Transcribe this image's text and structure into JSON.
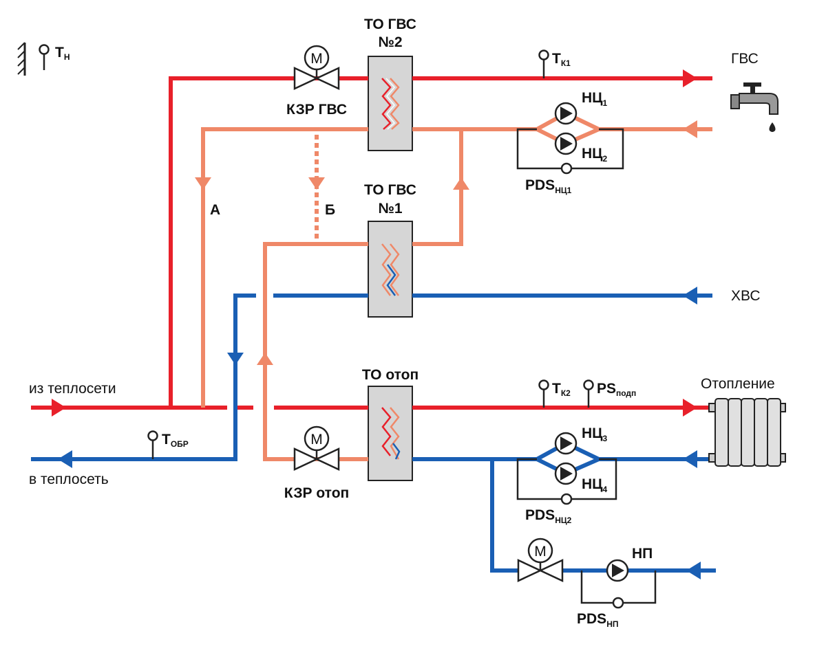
{
  "colors": {
    "supply": "#e8202a",
    "return_heat": "#ef8868",
    "cold": "#1a5fb4",
    "outline": "#222222",
    "exchanger": "#d6d6d6"
  },
  "labels": {
    "tn_main": "Т",
    "tn_sub": "Н",
    "tk1_main": "Т",
    "tk1_sub": "К1",
    "tk2_main": "Т",
    "tk2_sub": "К2",
    "tobr_main": "Т",
    "tobr_sub": "ОБР",
    "ps_main": "PS",
    "ps_sub": "подп",
    "to_gvs2_line1": "ТО ГВС",
    "to_gvs2_line2": "№2",
    "to_gvs1_line1": "ТО ГВС",
    "to_gvs1_line2": "№1",
    "to_otop": "ТО отоп",
    "kzr_gvs": "КЗР ГВС",
    "kzr_otop": "КЗР отоп",
    "nc1_main": "НЦ",
    "nc1_sub": "1",
    "nc2_main": "НЦ",
    "nc2_sub": "2",
    "nc3_main": "НЦ",
    "nc3_sub": "3",
    "nc4_main": "НЦ",
    "nc4_sub": "4",
    "np": "НП",
    "pds_nc1_main": "PDS",
    "pds_nc1_sub": "НЦ1",
    "pds_nc2_main": "PDS",
    "pds_nc2_sub": "НЦ2",
    "pds_np_main": "PDS",
    "pds_np_sub": "НП",
    "line_a": "А",
    "line_b": "Б",
    "gvs": "ГВС",
    "hvs": "ХВС",
    "otoplenie": "Отопление",
    "from_network": "из теплосети",
    "to_network": "в теплосеть",
    "motor": "M"
  }
}
